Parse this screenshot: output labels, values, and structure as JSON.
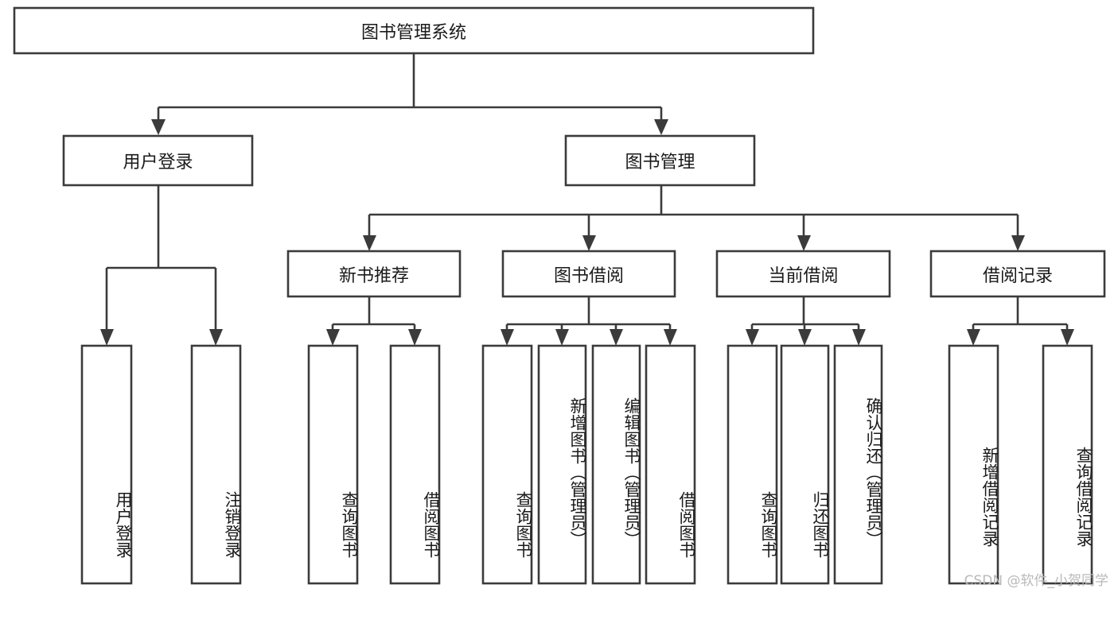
{
  "diagram": {
    "title": "图书管理系统",
    "type": "tree-hierarchy-chart",
    "root": {
      "id": "root",
      "label": "图书管理系统"
    },
    "level2": [
      {
        "id": "user-login",
        "label": "用户登录"
      },
      {
        "id": "book-manage",
        "label": "图书管理"
      }
    ],
    "level3": [
      {
        "id": "new-book-recommend",
        "label": "新书推荐",
        "parent": "book-manage"
      },
      {
        "id": "book-borrow",
        "label": "图书借阅",
        "parent": "book-manage"
      },
      {
        "id": "current-borrow",
        "label": "当前借阅",
        "parent": "book-manage"
      },
      {
        "id": "borrow-record",
        "label": "借阅记录",
        "parent": "book-manage"
      }
    ],
    "leaves": [
      {
        "id": "leaf-user-login",
        "label": "用户登录",
        "parent": "user-login"
      },
      {
        "id": "leaf-user-logout",
        "label": "注销登录",
        "parent": "user-login"
      },
      {
        "id": "leaf-query-book-1",
        "label": "查询图书",
        "parent": "new-book-recommend"
      },
      {
        "id": "leaf-borrow-book-1",
        "label": "借阅图书",
        "parent": "new-book-recommend"
      },
      {
        "id": "leaf-query-book-2",
        "label": "查询图书",
        "parent": "book-borrow"
      },
      {
        "id": "leaf-add-book",
        "label": "新增图书（管理员）",
        "parent": "book-borrow"
      },
      {
        "id": "leaf-edit-book",
        "label": "编辑图书（管理员）",
        "parent": "book-borrow"
      },
      {
        "id": "leaf-borrow-book-2",
        "label": "借阅图书",
        "parent": "book-borrow"
      },
      {
        "id": "leaf-query-book-3",
        "label": "查询图书",
        "parent": "current-borrow"
      },
      {
        "id": "leaf-return-book",
        "label": "归还图书",
        "parent": "current-borrow"
      },
      {
        "id": "leaf-confirm-return",
        "label": "确认归还（管理员）",
        "parent": "current-borrow"
      },
      {
        "id": "leaf-add-record",
        "label": "新增借阅记录",
        "parent": "borrow-record"
      },
      {
        "id": "leaf-query-record",
        "label": "查询借阅记录",
        "parent": "borrow-record"
      }
    ]
  },
  "watermark": {
    "text": "CSDN @软件_小贺同学"
  },
  "colors": {
    "stroke": "#3b3b3b",
    "fill": "#ffffff",
    "text": "#1a1a1a",
    "watermark": "#b9b9b9"
  }
}
